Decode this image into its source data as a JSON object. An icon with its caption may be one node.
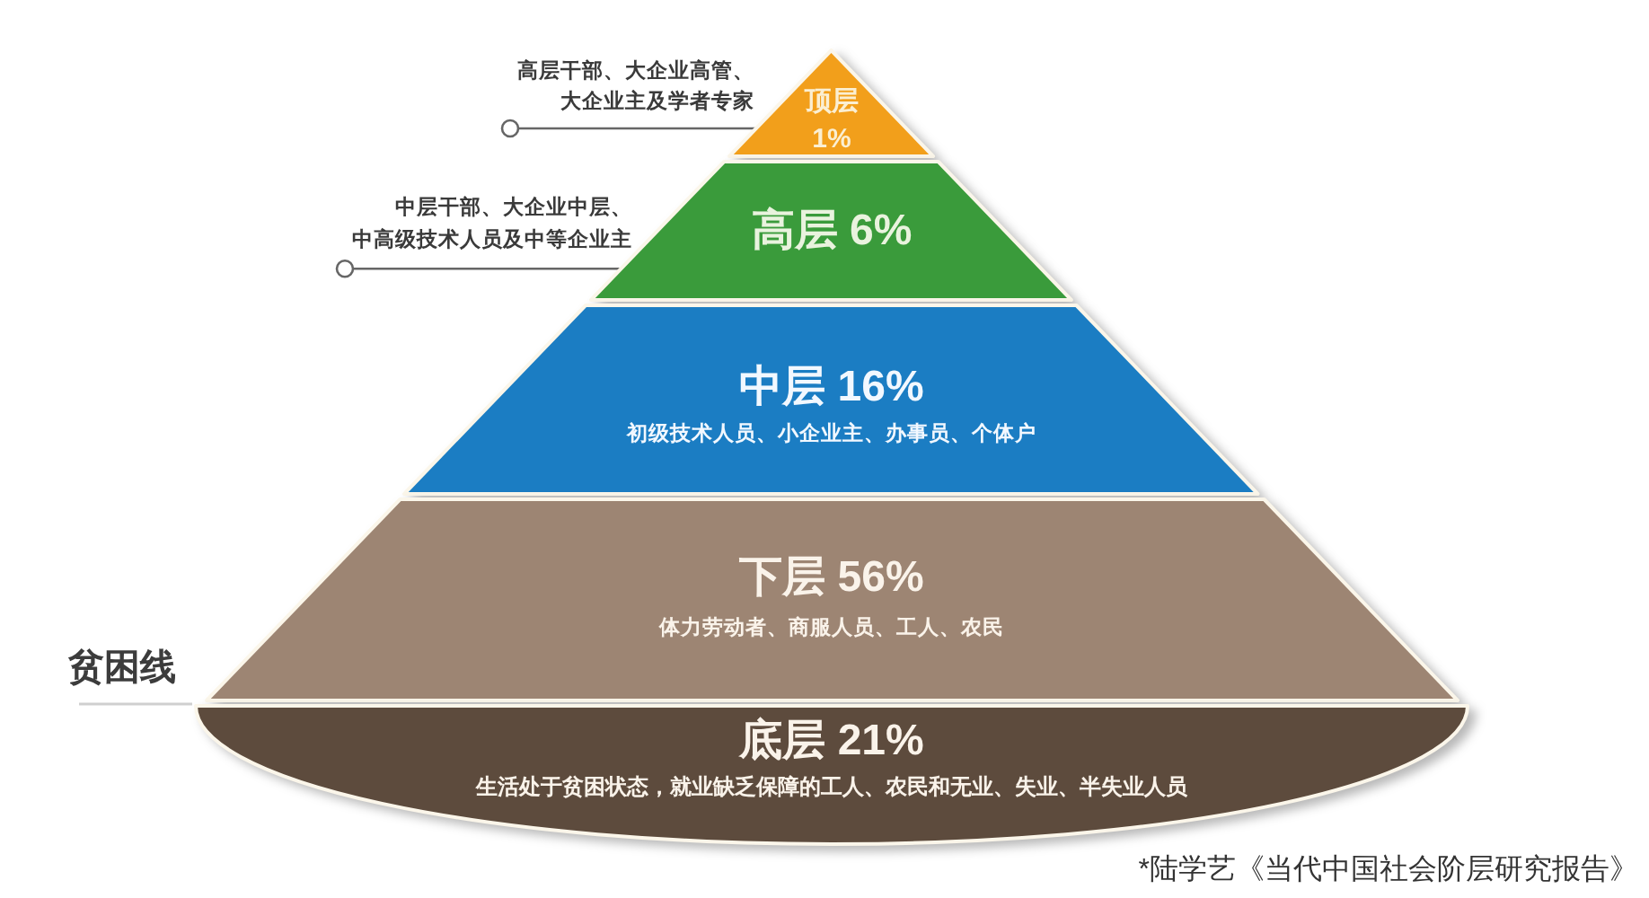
{
  "diagram": {
    "nodes": [
      {
        "text": [
          "高层干部、大企业高管、大企业主及学者专家"
        ]
      },
      {
        "text": [
          "顶层 1%"
        ]
      },
      {
        "text": [
          "中层干部、大企业中层、中高级技术人员及中等企业主"
        ]
      },
      {
        "text": [
          "高层 6%"
        ]
      },
      {
        "text": [
          "中层 16%",
          "初级技术人员、小企业主、办事员、个体户"
        ]
      },
      {
        "text": [
          "下层 56%",
          "体力劳动者、商服人员、工人、农民"
        ]
      },
      {
        "text": [
          "底层 21%",
          "生活处于贫困状态，就业缺乏保障的工人、农民和无业、失业、半失业人员"
        ]
      }
    ],
    "edges": [
      {
        "from": 0,
        "to": 1,
        "arrow": "other"
      },
      {
        "from": 2,
        "to": 3,
        "arrow": "other"
      }
    ],
    "labels": [
      "贫困线",
      "*陆学艺《当代中国社会阶层研究报告》"
    ]
  }
}
